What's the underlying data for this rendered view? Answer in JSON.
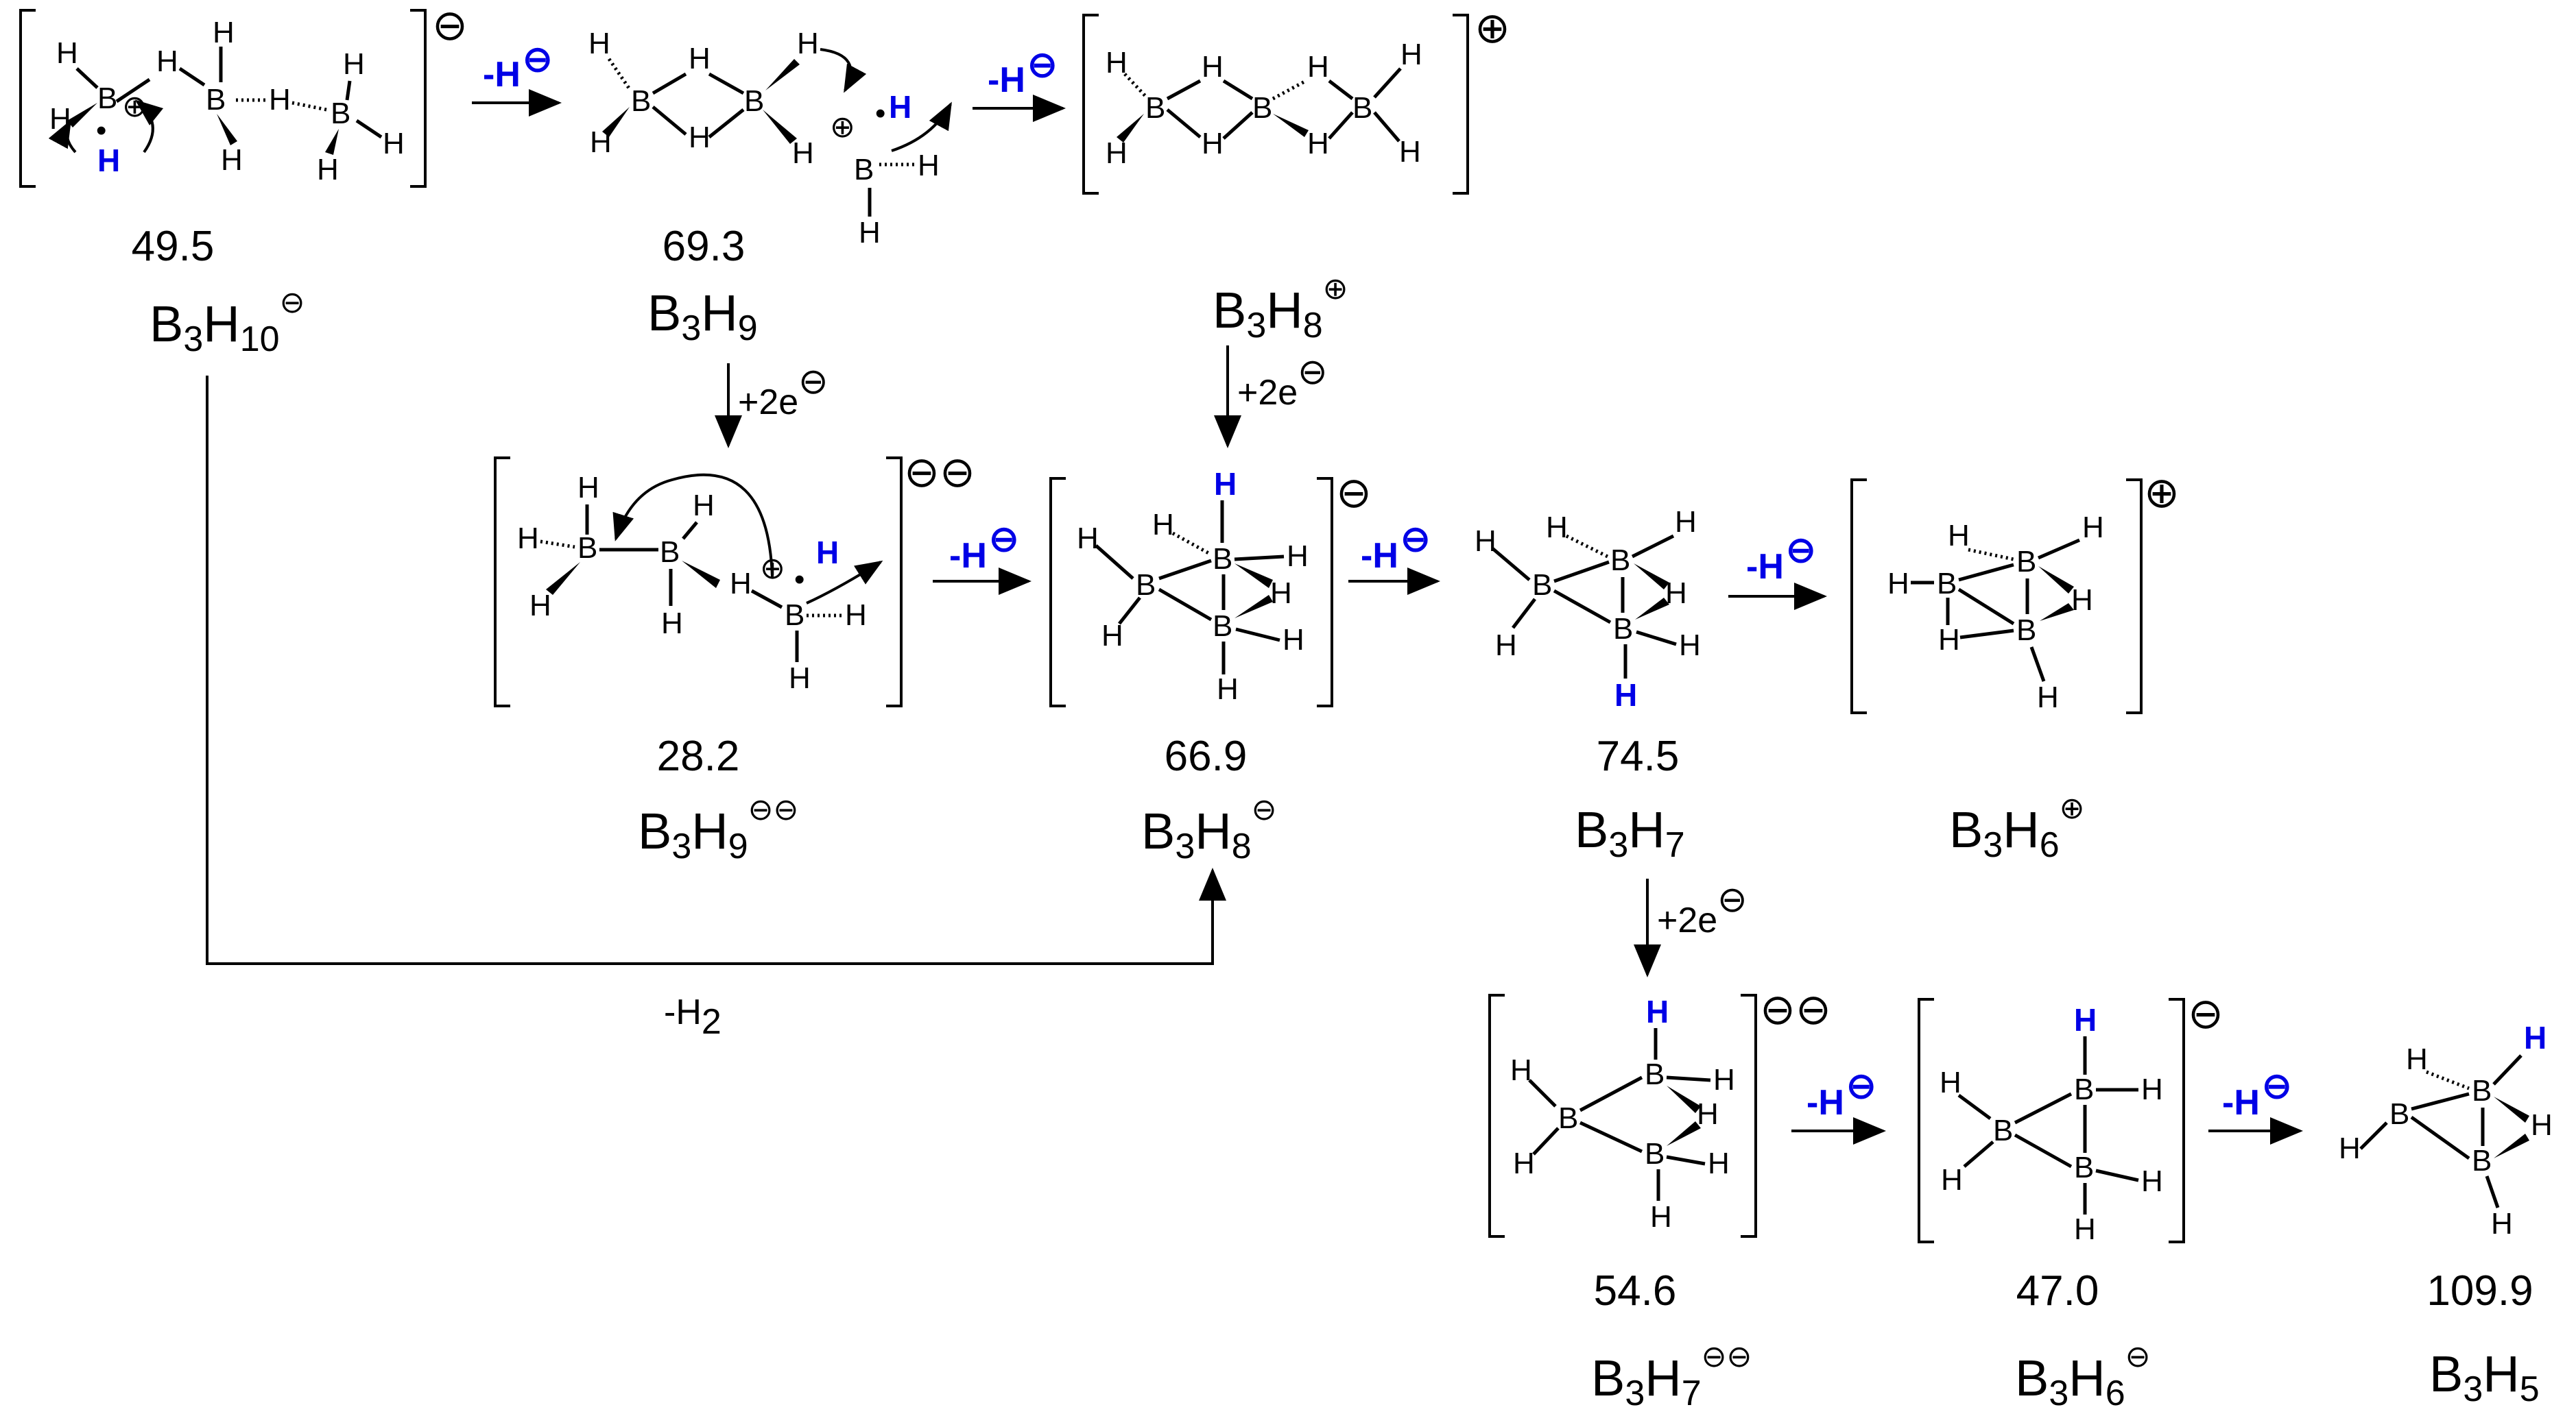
{
  "compounds": {
    "B3H10m": {
      "energy": "49.5",
      "formula": [
        "B",
        "3",
        "H",
        "10"
      ],
      "charge": "⊖"
    },
    "B3H9": {
      "energy": "69.3",
      "formula": [
        "B",
        "3",
        "H",
        "9"
      ],
      "charge": ""
    },
    "B3H8p": {
      "energy": "",
      "formula": [
        "B",
        "3",
        "H",
        "8"
      ],
      "charge": "⊕"
    },
    "B3H9mm": {
      "energy": "28.2",
      "formula": [
        "B",
        "3",
        "H",
        "9"
      ],
      "charge": "⊖⊖"
    },
    "B3H8m": {
      "energy": "66.9",
      "formula": [
        "B",
        "3",
        "H",
        "8"
      ],
      "charge": "⊖"
    },
    "B3H7": {
      "energy": "74.5",
      "formula": [
        "B",
        "3",
        "H",
        "7"
      ],
      "charge": ""
    },
    "B3H6p": {
      "energy": "",
      "formula": [
        "B",
        "3",
        "H",
        "6"
      ],
      "charge": "⊕"
    },
    "B3H7mm": {
      "energy": "54.6",
      "formula": [
        "B",
        "3",
        "H",
        "7"
      ],
      "charge": "⊖⊖"
    },
    "B3H6m": {
      "energy": "47.0",
      "formula": [
        "B",
        "3",
        "H",
        "6"
      ],
      "charge": "⊖"
    },
    "B3H5": {
      "energy": "109.9",
      "formula": [
        "B",
        "3",
        "H",
        "5"
      ],
      "charge": ""
    }
  },
  "arrows": {
    "hydride_loss": "-H",
    "hydride_charge": "⊖",
    "reduction": "+2e",
    "reduction_charge": "⊖",
    "h2_loss": [
      "-H",
      "2"
    ]
  },
  "bracket_charges": {
    "s1": "⊖",
    "s3": "⊕",
    "s4": "⊖⊖",
    "s5": "⊖",
    "s7": "⊕",
    "s8": "⊖⊖",
    "s9": "⊖"
  },
  "atoms": {
    "B": "B",
    "H": "H",
    "plus": "⊕",
    "dot": "•"
  },
  "colors": {
    "text": "#000000",
    "highlight": "#0000e6",
    "background": "#ffffff"
  }
}
